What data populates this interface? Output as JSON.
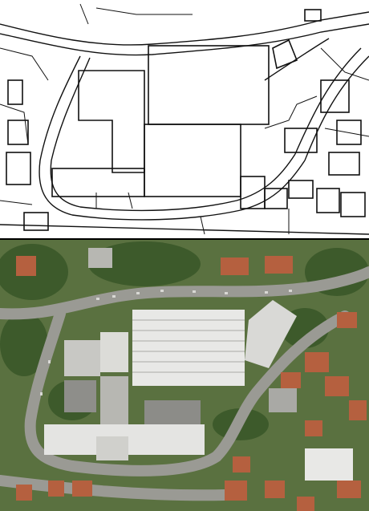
{
  "figure": {
    "panels": [
      {
        "id": "top",
        "kind": "cadastral-line-map"
      },
      {
        "id": "bottom",
        "kind": "aerial-orthophoto"
      }
    ]
  },
  "colors": {
    "line_ink": "#111111",
    "line_bg": "#ffffff",
    "vegetation": "#4f6a35",
    "vegetation_dark": "#2f4a22",
    "road": "#9a9a94",
    "roof_white": "#e8e8e6",
    "roof_grey": "#b7b7b2",
    "roof_red": "#b5603f",
    "lot_grey": "#8c8c88"
  }
}
